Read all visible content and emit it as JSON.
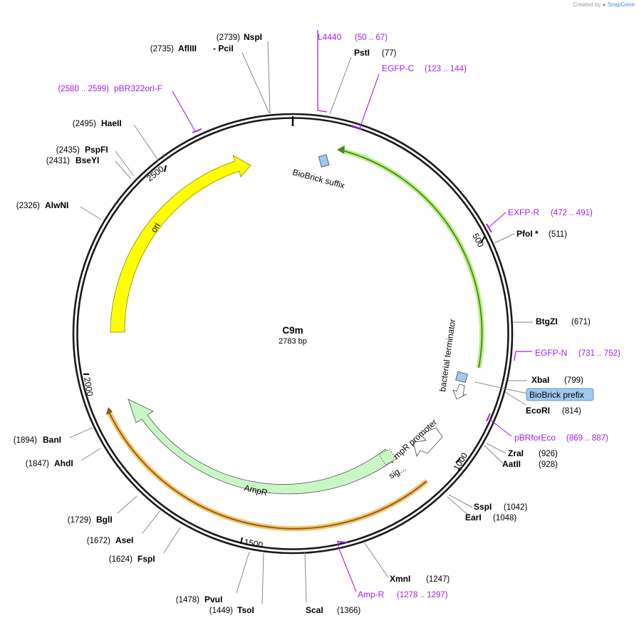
{
  "credit": {
    "prefix": "Created by",
    "brand": "SnapGene"
  },
  "plasmid": {
    "name": "C9m",
    "length_label": "2783 bp"
  },
  "ticks": {
    "t500": "500",
    "t1000": "1000",
    "t1500": "1500",
    "t2000": "2000",
    "t2500": "2500"
  },
  "features": {
    "ori": "ori",
    "bb_suffix": "BioBrick suffix",
    "terminator": "bacterial terminator",
    "bb_prefix": "BioBrick prefix",
    "ampr_promoter": "AmpR promoter",
    "sig": "sig...",
    "ampr": "AmpR"
  },
  "sites": [
    {
      "name": "NspI",
      "pos": "(2739)"
    },
    {
      "name": "AflIII",
      "pos": "(2735)",
      "extra": "- PciI"
    },
    {
      "name": "PstI",
      "pos": "(77)"
    },
    {
      "name": "HaeII",
      "pos": "(2495)"
    },
    {
      "name": "PspFI",
      "pos": "(2435)"
    },
    {
      "name": "BseYI",
      "pos": "(2431)"
    },
    {
      "name": "AlwNI",
      "pos": "(2326)"
    },
    {
      "name": "PfoI *",
      "pos": "(511)"
    },
    {
      "name": "BtgZI",
      "pos": "(671)"
    },
    {
      "name": "XbaI",
      "pos": "(799)"
    },
    {
      "name": "EcoRI",
      "pos": "(814)"
    },
    {
      "name": "ZraI",
      "pos": "(926)"
    },
    {
      "name": "AatII",
      "pos": "(928)"
    },
    {
      "name": "SspI",
      "pos": "(1042)"
    },
    {
      "name": "EarI",
      "pos": "(1048)"
    },
    {
      "name": "XmnI",
      "pos": "(1247)"
    },
    {
      "name": "ScaI",
      "pos": "(1366)"
    },
    {
      "name": "TsoI",
      "pos": "(1449)"
    },
    {
      "name": "PvuI",
      "pos": "(1478)"
    },
    {
      "name": "FspI",
      "pos": "(1624)"
    },
    {
      "name": "AseI",
      "pos": "(1672)"
    },
    {
      "name": "BglI",
      "pos": "(1729)"
    },
    {
      "name": "AhdI",
      "pos": "(1847)"
    },
    {
      "name": "BanI",
      "pos": "(1894)"
    }
  ],
  "primers": [
    {
      "name": "L4440",
      "range": "(50 .. 67)"
    },
    {
      "name": "EGFP-C",
      "range": "(123 .. 144)"
    },
    {
      "name": "pBR322ori-F",
      "range": "(2580 .. 2599)"
    },
    {
      "name": "EXFP-R",
      "range": "(472 .. 491)"
    },
    {
      "name": "EGFP-N",
      "range": "(731 .. 752)"
    },
    {
      "name": "pBRforEco",
      "range": "(869 .. 887)"
    },
    {
      "name": "Amp-R",
      "range": "(1278 .. 1297)"
    }
  ],
  "colors": {
    "backbone": "#1a1a1a",
    "ori": "#ffff00",
    "terminator_halo": "#b8ee88",
    "ampr_fill": "#c8f7c5",
    "ampr_halo": "#f5c46a",
    "primer": "#a020f0",
    "biobrick": "#a0c8f0"
  }
}
